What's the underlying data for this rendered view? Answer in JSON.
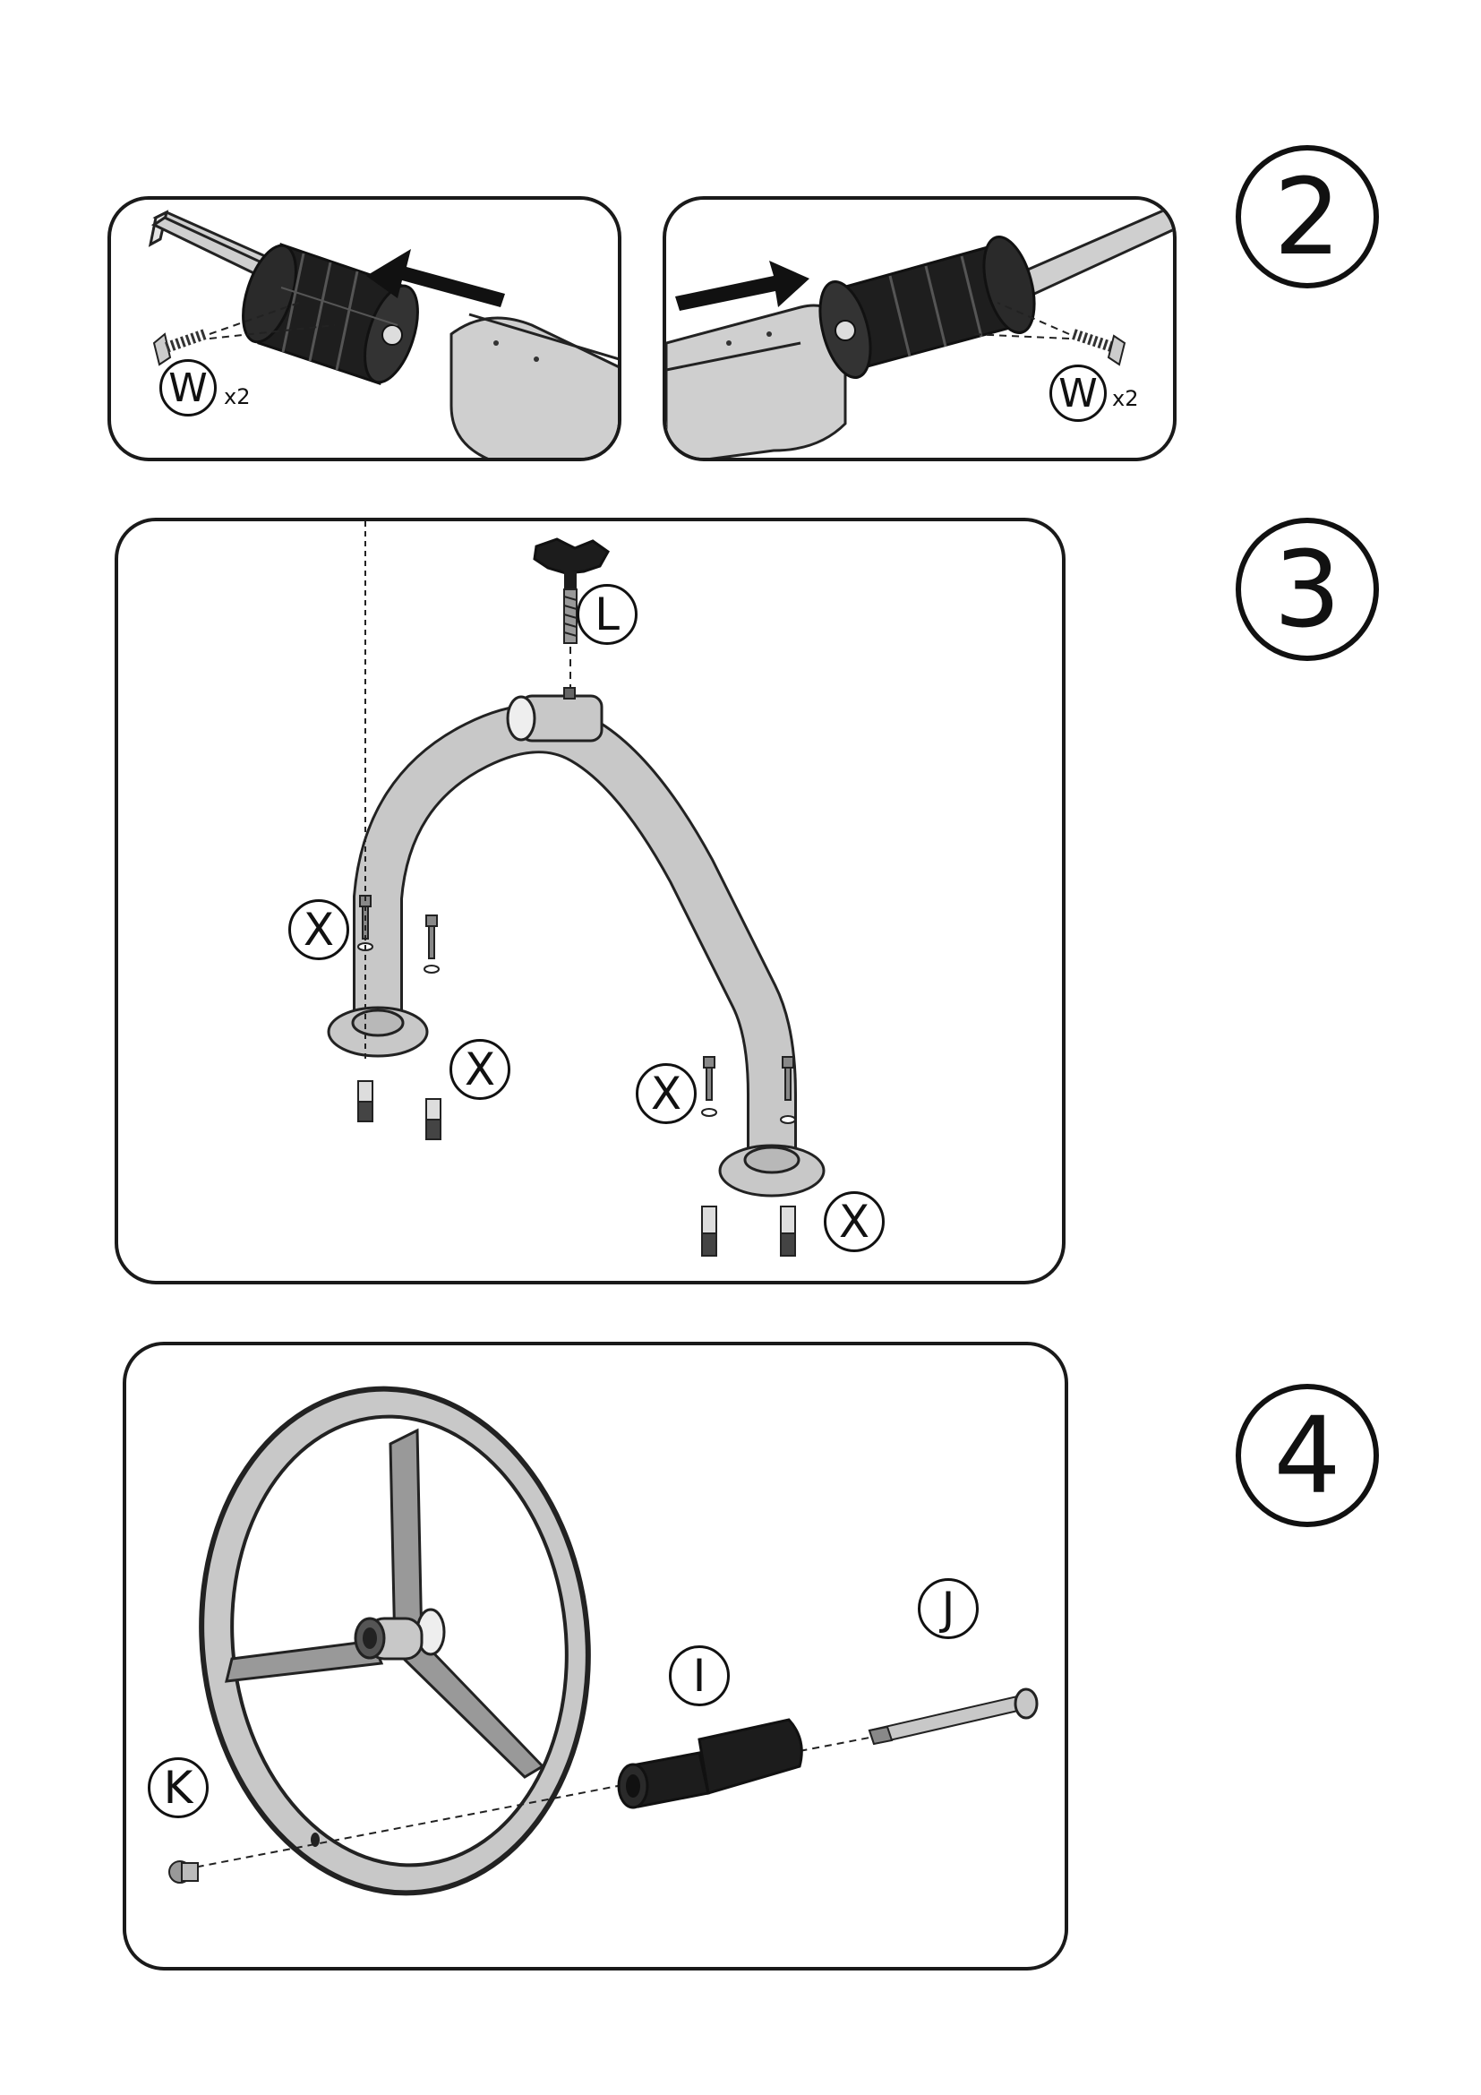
{
  "steps": [
    {
      "number": "2"
    },
    {
      "number": "3"
    },
    {
      "number": "4"
    }
  ],
  "step2": {
    "left": {
      "part": "W",
      "qty": "x2"
    },
    "right": {
      "part": "W",
      "qty": "x2"
    }
  },
  "step3": {
    "knob_label": "L",
    "fixing_labels": [
      "X",
      "X",
      "X",
      "X"
    ]
  },
  "step4": {
    "labels": {
      "cap_nut": "K",
      "handle": "I",
      "bolt": "J"
    }
  },
  "colors": {
    "line": "#1a1a1a",
    "metal": "#c8c8c8",
    "rubber": "#1c1c1c",
    "paper": "#ffffff"
  }
}
